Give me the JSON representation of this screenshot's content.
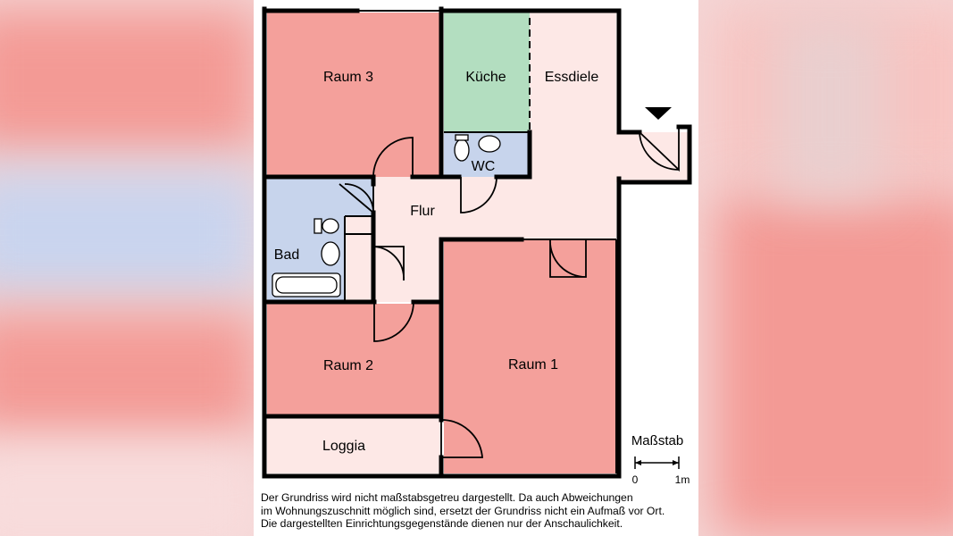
{
  "rooms": {
    "raum3": "Raum 3",
    "kueche": "Küche",
    "essdiele": "Essdiele",
    "wc": "WC",
    "flur": "Flur",
    "bad": "Bad",
    "raum2": "Raum 2",
    "raum1": "Raum 1",
    "loggia": "Loggia"
  },
  "scale": {
    "title": "Maßstab",
    "start": "0",
    "end": "1m"
  },
  "disclaimer": [
    "Der Grundriss wird nicht maßstabsgetreu dargestellt. Da auch Abweichungen",
    "im Wohnungszuschnitt möglich sind, ersetzt der Grundriss nicht ein Aufmaß vor Ort.",
    "Die dargestellten Einrichtungsgegenstände dienen nur der Anschaulichkeit."
  ],
  "colors": {
    "room": "#f4a09b",
    "kitchen": "#b3dec0",
    "wet": "#c7d4ec",
    "hall": "#fde8e6",
    "wall": "#000000"
  }
}
